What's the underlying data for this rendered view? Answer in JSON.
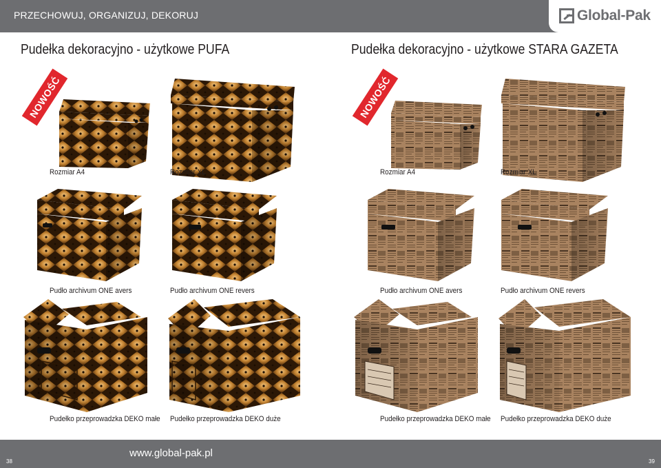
{
  "header": {
    "section_title": "PRZECHOWUJ, ORGANIZUJ, DEKORUJ",
    "logo_text": "Global-Pak"
  },
  "left_page": {
    "heading": "Pudełka dekoracyjno - użytkowe PUFA",
    "badge": "NOWOŚĆ",
    "captions": {
      "a4": "Rozmiar A4",
      "xl": "Rozmiar XL",
      "avers": "Pudło archivum ONE avers",
      "revers": "Pudło archivum ONE revers",
      "move_small": "Pudełko przeprowadzka DEKO małe",
      "move_large": "Pudełko przeprowadzka DEKO duże"
    }
  },
  "right_page": {
    "heading": "Pudełka dekoracyjno - użytkowe STARA GAZETA",
    "badge": "NOWOŚĆ",
    "captions": {
      "a4": "Rozmiar A4",
      "xl": "Rozmiar XL",
      "avers": "Pudło archivum ONE avers",
      "revers": "Pudło archivum ONE revers",
      "move_small": "Pudełko przeprowadzka DEKO małe",
      "move_large": "Pudełko przeprowadzka DEKO duże"
    }
  },
  "footer": {
    "website": "www.global-pak.pl",
    "page_left": "38",
    "page_right": "39"
  },
  "colors": {
    "bar_gray": "#6d6e71",
    "badge_red": "#e1272d",
    "pufa_base": "#b8772e",
    "pufa_dark": "#3a210b",
    "pufa_light": "#f0c27a",
    "newspaper_base": "#a57e58",
    "newspaper_ink": "#3b2a1c"
  }
}
